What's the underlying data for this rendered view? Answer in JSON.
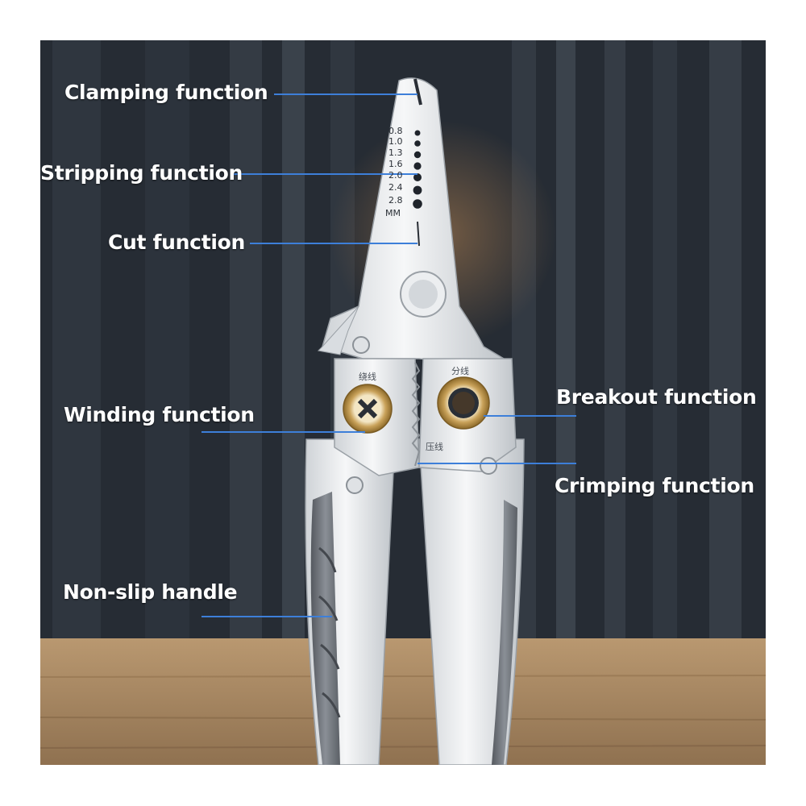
{
  "annotations": {
    "clamping": "Clamping function",
    "stripping": "Stripping function",
    "cut": "Cut function",
    "winding": "Winding function",
    "breakout": "Breakout function",
    "crimping": "Crimping function",
    "handle": "Non-slip handle"
  },
  "gauge": {
    "sizes": [
      "0.8",
      "1.0",
      "1.3",
      "1.6",
      "2.0",
      "2.4",
      "2.8"
    ],
    "unit": "MM"
  },
  "tool_marks": {
    "winding": "绕线",
    "breakout": "分线",
    "crimping": "压线"
  },
  "colors": {
    "wall": "#262c34",
    "wood": "#a98863",
    "leader_line": "#3d7fd9",
    "tool_body": "#e9ebed",
    "grip": "#6e737a",
    "brass": "#b48a3a"
  },
  "icons": [
    "pliers-illustration"
  ]
}
